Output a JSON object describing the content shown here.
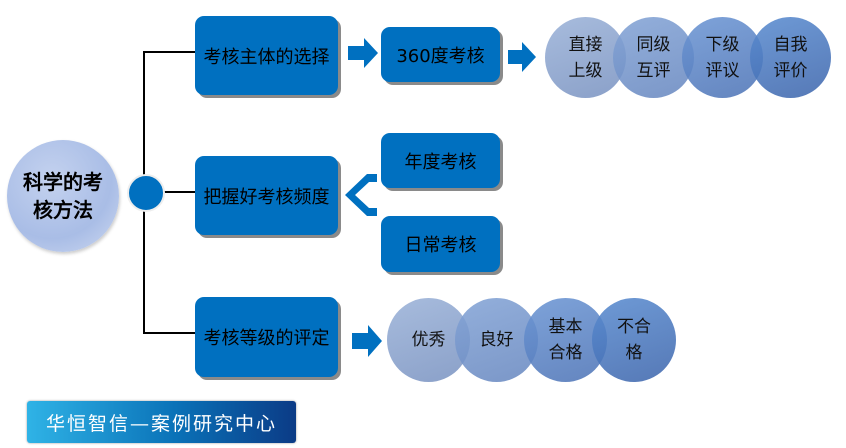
{
  "root": {
    "line1": "科学的考",
    "line2": "核方法"
  },
  "branches": [
    {
      "label": "考核主体的选择"
    },
    {
      "label": "把握好考核频度"
    },
    {
      "label": "考核等级的评定"
    }
  ],
  "subject": {
    "method": "360度考核",
    "circles": [
      {
        "line1": "直接",
        "line2": "上级"
      },
      {
        "line1": "同级",
        "line2": "互评"
      },
      {
        "line1": "下级",
        "line2": "评议"
      },
      {
        "line1": "自我",
        "line2": "评价"
      }
    ]
  },
  "frequency": {
    "options": [
      "年度考核",
      "日常考核"
    ]
  },
  "grades": {
    "circles": [
      {
        "line1": "优秀",
        "line2": ""
      },
      {
        "line1": "良好",
        "line2": ""
      },
      {
        "line1": "基本",
        "line2": "合格"
      },
      {
        "line1": "不合",
        "line2": "格"
      }
    ]
  },
  "footer": {
    "banner": "华恒智信—案例研究中心"
  },
  "colors": {
    "box": "#0070c0",
    "line": "#000000"
  }
}
